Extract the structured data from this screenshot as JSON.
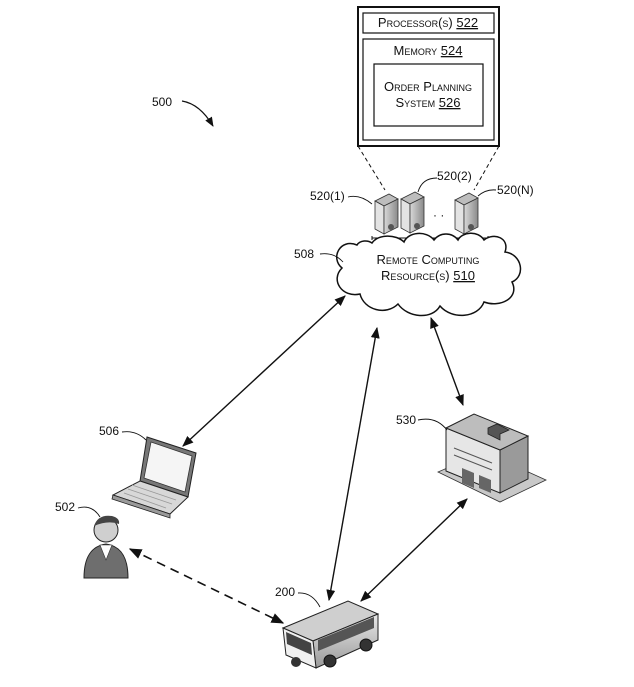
{
  "figure_ref": "500",
  "processor": {
    "label": "Processor(s)",
    "ref": "522"
  },
  "memory": {
    "label": "Memory",
    "ref": "524"
  },
  "order_planning": {
    "line1": "Order Planning",
    "line2": "System",
    "ref": "526"
  },
  "servers": {
    "first": "520(1)",
    "second": "520(2)",
    "last": "520(N)",
    "ellipsis": "· ·"
  },
  "cloud": {
    "ref": "508",
    "line1": "Remote Computing",
    "line2": "Resource(s)",
    "ref_inline": "510"
  },
  "laptop": {
    "ref": "506"
  },
  "user": {
    "ref": "502"
  },
  "building": {
    "ref": "530"
  },
  "vehicle": {
    "ref": "200"
  }
}
